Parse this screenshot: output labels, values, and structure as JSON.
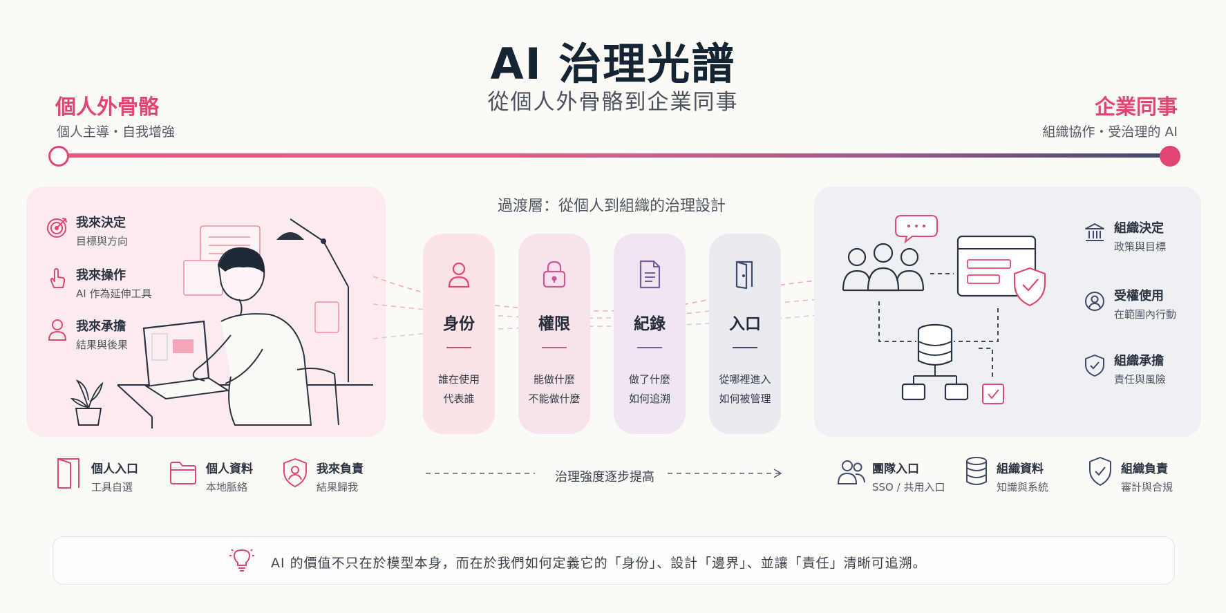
{
  "header": {
    "title": "AI 治理光譜",
    "subtitle": "從個人外骨骼到企業同事"
  },
  "spectrum": {
    "left": {
      "title": "個人外骨骼",
      "subtitle": "個人主導・自我增強"
    },
    "right": {
      "title": "企業同事",
      "subtitle": "組織協作・受治理的 AI"
    }
  },
  "left_panel": {
    "items": [
      {
        "title": "我來決定",
        "subtitle": "目標與方向",
        "icon": "target-icon"
      },
      {
        "title": "我來操作",
        "subtitle": "AI 作為延伸工具",
        "icon": "hand-pointer-icon"
      },
      {
        "title": "我來承擔",
        "subtitle": "結果與後果",
        "icon": "person-icon"
      }
    ]
  },
  "middle": {
    "label": "過渡層：從個人到組織的治理設計",
    "pillars": [
      {
        "name": "身份",
        "line1": "誰在使用",
        "line2": "代表誰",
        "icon": "user-icon",
        "color": "#e0466f",
        "bg": "#fbe3e8"
      },
      {
        "name": "權限",
        "line1": "能做什麼",
        "line2": "不能做什麼",
        "icon": "lock-icon",
        "color": "#c65a92",
        "bg": "#f8e2ec"
      },
      {
        "name": "紀錄",
        "line1": "做了什麼",
        "line2": "如何追溯",
        "icon": "document-icon",
        "color": "#7a5d98",
        "bg": "#efe6f2"
      },
      {
        "name": "入口",
        "line1": "從哪裡進入",
        "line2": "如何被管理",
        "icon": "door-icon",
        "color": "#3f4a6b",
        "bg": "#e9ebf1"
      }
    ]
  },
  "right_panel": {
    "items": [
      {
        "title": "組織決定",
        "subtitle": "政策與目標",
        "icon": "institution-icon"
      },
      {
        "title": "受權使用",
        "subtitle": "在範圍內行動",
        "icon": "user-circle-icon"
      },
      {
        "title": "組織承擔",
        "subtitle": "責任與風險",
        "icon": "shield-check-icon"
      }
    ]
  },
  "bottom": {
    "left": [
      {
        "title": "個人入口",
        "subtitle": "工具自選",
        "icon": "door-icon"
      },
      {
        "title": "個人資料",
        "subtitle": "本地脈絡",
        "icon": "folder-icon"
      },
      {
        "title": "我來負責",
        "subtitle": "結果歸我",
        "icon": "shield-user-icon"
      }
    ],
    "arrow_label": "治理強度逐步提高",
    "right": [
      {
        "title": "團隊入口",
        "subtitle": "SSO / 共用入口",
        "icon": "team-icon"
      },
      {
        "title": "組織資料",
        "subtitle": "知識與系統",
        "icon": "database-icon"
      },
      {
        "title": "組織負責",
        "subtitle": "審計與合規",
        "icon": "shield-check-icon"
      }
    ]
  },
  "footer": {
    "quote": "AI 的價值不只在於模型本身，而在於我們如何定義它的「身份」、設計「邊界」、並讓「責任」清晰可追溯。",
    "icon": "lightbulb-icon"
  },
  "colors": {
    "accent": "#e0466f",
    "navy": "#3f4a6b",
    "title": "#152433"
  }
}
